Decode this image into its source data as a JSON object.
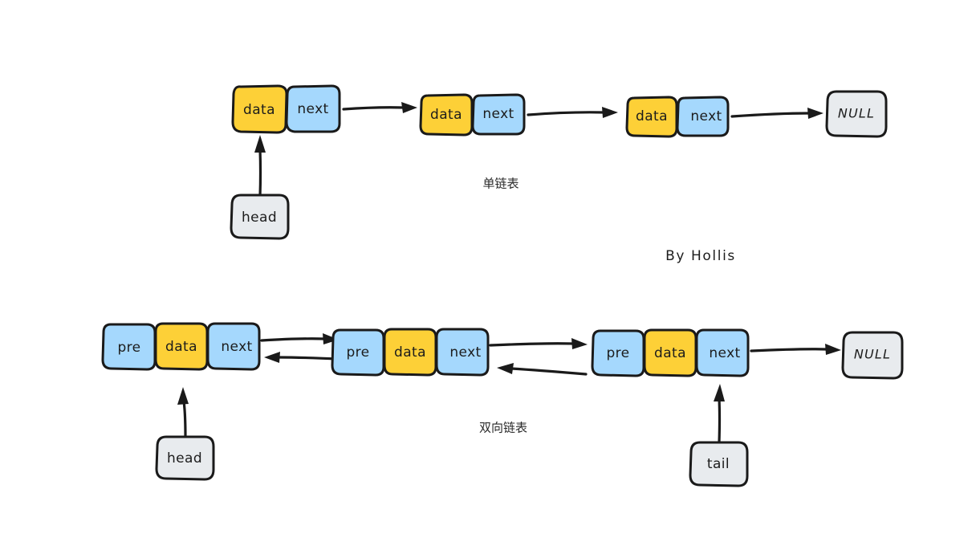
{
  "diagram": {
    "title_singly": "单链表",
    "title_doubly": "双向链表",
    "signature": "By Hollis",
    "colors": {
      "data_fill": "#FDD037",
      "pointer_fill": "#A5D8FD",
      "null_fill": "#E8EBEE",
      "anchor_fill": "#E8EBEE",
      "stroke": "#1A1A1A",
      "background": "#FFFFFF"
    },
    "singly_linked_list": {
      "label": "单链表",
      "head_label": "head",
      "terminator_label": "NULL",
      "nodes": [
        {
          "data_label": "data",
          "next_label": "next"
        },
        {
          "data_label": "data",
          "next_label": "next"
        },
        {
          "data_label": "data",
          "next_label": "next"
        }
      ]
    },
    "doubly_linked_list": {
      "label": "双向链表",
      "head_label": "head",
      "tail_label": "tail",
      "terminator_label": "NULL",
      "nodes": [
        {
          "pre_label": "pre",
          "data_label": "data",
          "next_label": "next"
        },
        {
          "pre_label": "pre",
          "data_label": "data",
          "next_label": "next"
        },
        {
          "pre_label": "pre",
          "data_label": "data",
          "next_label": "next"
        }
      ]
    }
  }
}
